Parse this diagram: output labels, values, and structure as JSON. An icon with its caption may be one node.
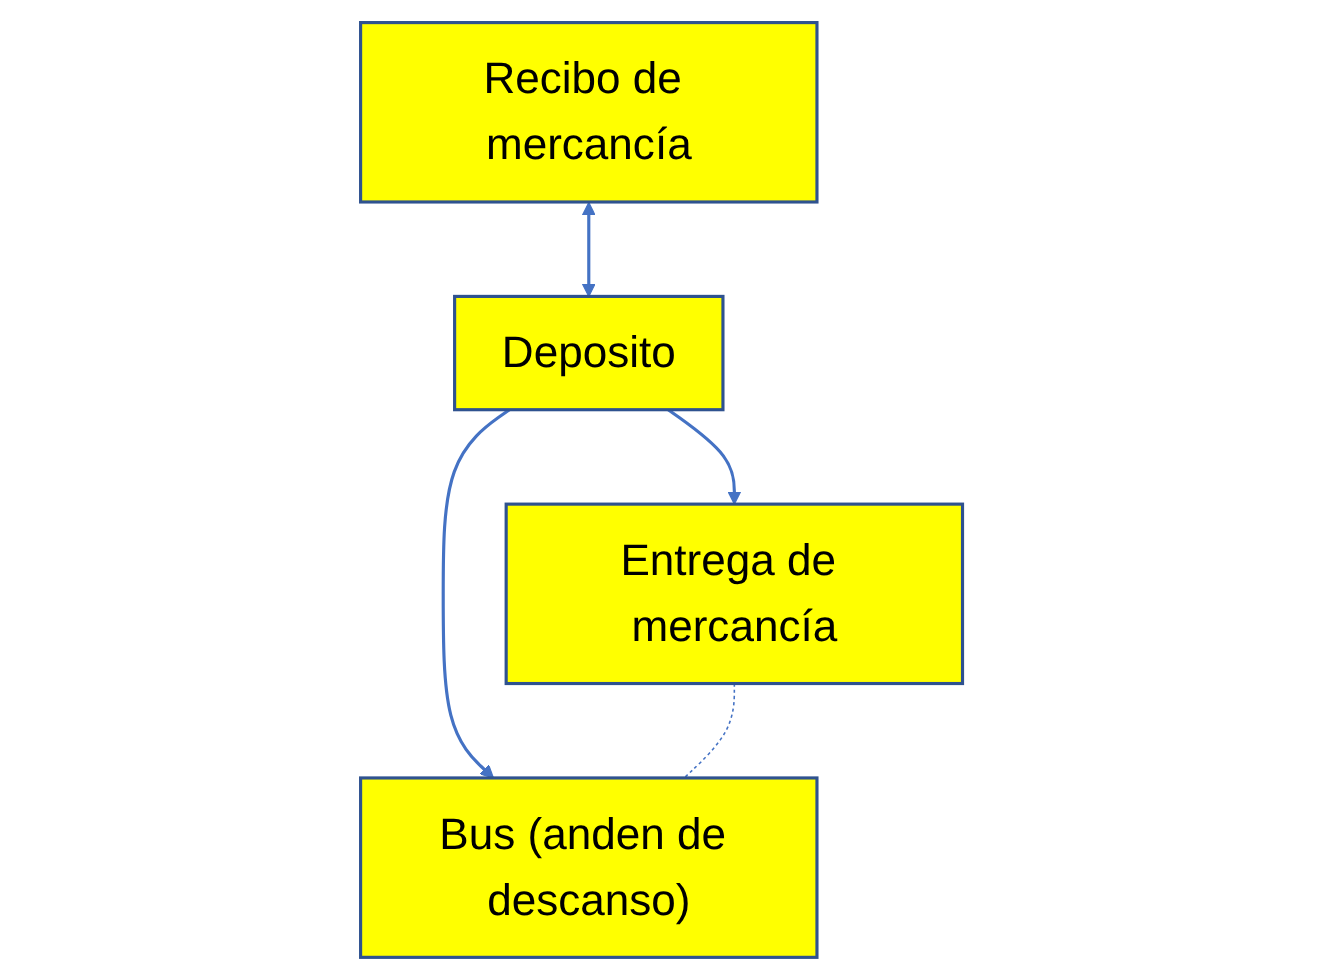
{
  "diagram": {
    "nodes": [
      {
        "text": [
          "Recibo de mercancía"
        ]
      },
      {
        "text": [
          "Deposito"
        ]
      },
      {
        "text": [
          "Entrega de mercancía"
        ]
      },
      {
        "text": [
          "Bus (anden de descanso)"
        ]
      }
    ],
    "edges": [
      {
        "from": 0,
        "to": 1,
        "arrow": "both"
      },
      {
        "from": 1,
        "to": 2,
        "arrow": "to"
      },
      {
        "from": 1,
        "to": 3,
        "arrow": "to"
      },
      {
        "from": 2,
        "to": 3,
        "arrow": "none",
        "style": "dashed"
      }
    ]
  }
}
